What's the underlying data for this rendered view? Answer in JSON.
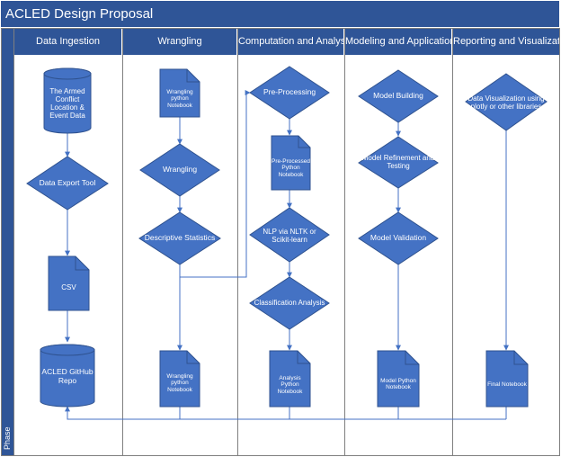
{
  "title": "ACLED Design Proposal",
  "phase_label": "Phase",
  "lanes": [
    {
      "id": "data-ingestion",
      "label": "Data Ingestion"
    },
    {
      "id": "wrangling",
      "label": "Wrangling"
    },
    {
      "id": "computation-analysis",
      "label": "Computation and Analysis"
    },
    {
      "id": "modeling-application",
      "label": "Modeling and Application"
    },
    {
      "id": "reporting-visualization",
      "label": "Reporting and Visualization"
    }
  ],
  "nodes": {
    "acled_data": "The Armed Conflict Location & Event Data",
    "data_export_tool": "Data Export Tool",
    "csv": "CSV",
    "acled_repo": "ACLED GitHub Repo",
    "wrangling_notebook_top": "Wrangling python Notebook",
    "wrangling": "Wrangling",
    "descriptive_statistics": "Descriptive Statistics",
    "wrangling_notebook_bottom": "Wrangling python Notebook",
    "pre_processing": "Pre-Processing",
    "pre_processed_notebook": "Pre-Processed Python Notebook",
    "nlp": "NLP via NLTK or Scikit-learn",
    "classification_analysis": "Classification Analysis",
    "analysis_notebook": "Analysis Python Notebook",
    "model_building": "Model Building",
    "model_refinement": "Model Refinement and Testing",
    "model_validation": "Model Validation",
    "model_notebook": "Model Python Notebook",
    "data_visualization": "Data Visualization using plotly or other libraries",
    "final_notebook": "Final Notebook"
  },
  "colors": {
    "header": "#2f5597",
    "shape_fill": "#4472c4",
    "shape_stroke": "#2f528f",
    "connector": "#4472c4",
    "lane_border": "#7f7f7f"
  }
}
